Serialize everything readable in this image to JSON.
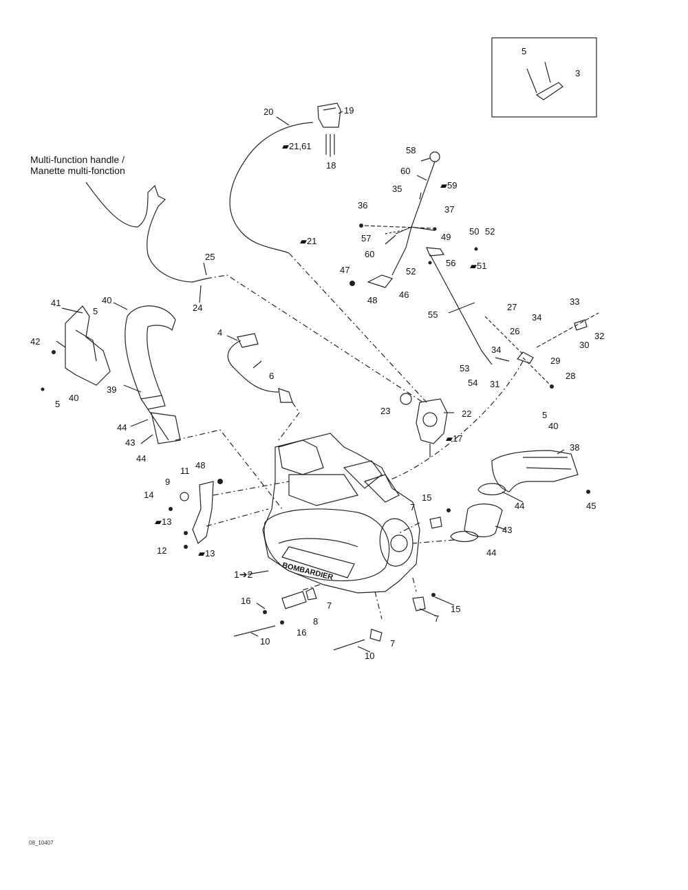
{
  "caption": {
    "line1": "Multi-function handle /",
    "line2": "Manette multi-fonction"
  },
  "drawing_code": "08_10407",
  "callouts": [
    {
      "id": "c-5a",
      "text": "5"
    },
    {
      "id": "c-3",
      "text": "3"
    },
    {
      "id": "c-20",
      "text": "20"
    },
    {
      "id": "c-19",
      "text": "19"
    },
    {
      "id": "c-2161",
      "text": "▰21,61"
    },
    {
      "id": "c-18",
      "text": "18"
    },
    {
      "id": "c-58",
      "text": "58"
    },
    {
      "id": "c-60a",
      "text": "60"
    },
    {
      "id": "c-59",
      "text": "▰59"
    },
    {
      "id": "c-35",
      "text": "35"
    },
    {
      "id": "c-36",
      "text": "36"
    },
    {
      "id": "c-37",
      "text": "37"
    },
    {
      "id": "c-57",
      "text": "57"
    },
    {
      "id": "c-49",
      "text": "49"
    },
    {
      "id": "c-50",
      "text": "50"
    },
    {
      "id": "c-52a",
      "text": "52"
    },
    {
      "id": "c-21",
      "text": "▰21"
    },
    {
      "id": "c-60b",
      "text": "60"
    },
    {
      "id": "c-52b",
      "text": "52"
    },
    {
      "id": "c-56",
      "text": "56"
    },
    {
      "id": "c-51",
      "text": "▰51"
    },
    {
      "id": "c-47",
      "text": "47"
    },
    {
      "id": "c-48a",
      "text": "48"
    },
    {
      "id": "c-46",
      "text": "46"
    },
    {
      "id": "c-25",
      "text": "25"
    },
    {
      "id": "c-24",
      "text": "24"
    },
    {
      "id": "c-41",
      "text": "41"
    },
    {
      "id": "c-40a",
      "text": "40"
    },
    {
      "id": "c-5b",
      "text": "5"
    },
    {
      "id": "c-42",
      "text": "42"
    },
    {
      "id": "c-40b",
      "text": "40"
    },
    {
      "id": "c-5c",
      "text": "5"
    },
    {
      "id": "c-39",
      "text": "39"
    },
    {
      "id": "c-44a",
      "text": "44"
    },
    {
      "id": "c-43a",
      "text": "43"
    },
    {
      "id": "c-44b",
      "text": "44"
    },
    {
      "id": "c-4",
      "text": "4"
    },
    {
      "id": "c-6",
      "text": "6"
    },
    {
      "id": "c-55",
      "text": "55"
    },
    {
      "id": "c-27",
      "text": "27"
    },
    {
      "id": "c-33",
      "text": "33"
    },
    {
      "id": "c-34a",
      "text": "34"
    },
    {
      "id": "c-32",
      "text": "32"
    },
    {
      "id": "c-26",
      "text": "26"
    },
    {
      "id": "c-30",
      "text": "30"
    },
    {
      "id": "c-34b",
      "text": "34"
    },
    {
      "id": "c-29",
      "text": "29"
    },
    {
      "id": "c-53",
      "text": "53"
    },
    {
      "id": "c-54",
      "text": "54"
    },
    {
      "id": "c-31",
      "text": "31"
    },
    {
      "id": "c-28",
      "text": "28"
    },
    {
      "id": "c-23",
      "text": "23"
    },
    {
      "id": "c-22",
      "text": "22"
    },
    {
      "id": "c-17",
      "text": "▰17"
    },
    {
      "id": "c-5d",
      "text": "5"
    },
    {
      "id": "c-40c",
      "text": "40"
    },
    {
      "id": "c-38",
      "text": "38"
    },
    {
      "id": "c-45",
      "text": "45"
    },
    {
      "id": "c-44c",
      "text": "44"
    },
    {
      "id": "c-43b",
      "text": "43"
    },
    {
      "id": "c-44d",
      "text": "44"
    },
    {
      "id": "c-48b",
      "text": "48"
    },
    {
      "id": "c-11",
      "text": "11"
    },
    {
      "id": "c-9",
      "text": "9"
    },
    {
      "id": "c-14",
      "text": "14"
    },
    {
      "id": "c-13a",
      "text": "▰13"
    },
    {
      "id": "c-12",
      "text": "12"
    },
    {
      "id": "c-13b",
      "text": "▰13"
    },
    {
      "id": "c-15a",
      "text": "15"
    },
    {
      "id": "c-7a",
      "text": "7"
    },
    {
      "id": "c-12arrow",
      "text": "1➔2"
    },
    {
      "id": "c-16a",
      "text": "16"
    },
    {
      "id": "c-7b",
      "text": "7"
    },
    {
      "id": "c-8",
      "text": "8"
    },
    {
      "id": "c-16b",
      "text": "16"
    },
    {
      "id": "c-10a",
      "text": "10"
    },
    {
      "id": "c-15b",
      "text": "15"
    },
    {
      "id": "c-7c",
      "text": "7"
    },
    {
      "id": "c-7d",
      "text": "7"
    },
    {
      "id": "c-10b",
      "text": "10"
    }
  ],
  "brand_on_engine": "BOMBARDIER"
}
